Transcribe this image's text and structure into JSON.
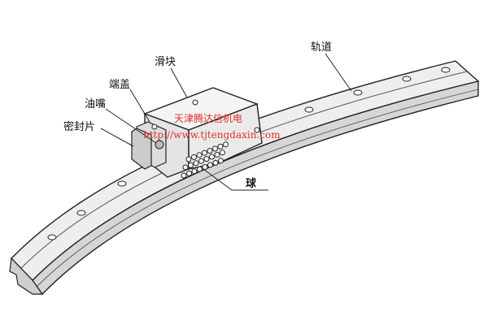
{
  "labels": {
    "slider": "滑块",
    "rail": "轨道",
    "end_cap": "端盖",
    "grease_nipple": "油嘴",
    "seal": "密封片",
    "ball": "球"
  },
  "watermark": {
    "line1": "天津腾达信机电",
    "line2": "http://www.tjtengdaxin.com"
  },
  "colors": {
    "line": "#222222",
    "rail_fill": "#eeeeee",
    "rail_face": "#d6d6d6",
    "block_fill": "#f4f4f4",
    "watermark": "#e0302a"
  }
}
